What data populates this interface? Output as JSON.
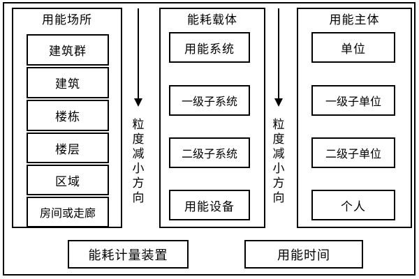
{
  "diagram": {
    "columns": [
      {
        "id": "energy-use-place",
        "title": "用能场所",
        "items": [
          {
            "label": "建筑群"
          },
          {
            "label": "建筑"
          },
          {
            "label": "楼栋"
          },
          {
            "label": "楼层"
          },
          {
            "label": "区域"
          },
          {
            "label": "房间或走廊"
          }
        ]
      },
      {
        "id": "energy-consumption-carrier",
        "title": "能耗载体",
        "items": [
          {
            "label": "用能系统"
          },
          {
            "label": "一级子系统"
          },
          {
            "label": "二级子系统"
          },
          {
            "label": "用能设备"
          }
        ]
      },
      {
        "id": "energy-use-subject",
        "title": "用能主体",
        "items": [
          {
            "label": "单位"
          },
          {
            "label": "一级子单位"
          },
          {
            "label": "二级子单位"
          },
          {
            "label": "个人"
          }
        ]
      }
    ],
    "flows": [
      {
        "id": "granularity-flow-left",
        "caption": "粒度减小方向",
        "caption_chars": [
          "粒",
          "度",
          "减",
          "小",
          "方",
          "向"
        ],
        "direction": "down"
      },
      {
        "id": "granularity-flow-right",
        "caption": "粒度减小方向",
        "caption_chars": [
          "粒",
          "度",
          "减",
          "小",
          "方",
          "向"
        ],
        "direction": "down"
      }
    ],
    "bottom_boxes": [
      {
        "id": "energy-metering-device",
        "label": "能耗计量装置"
      },
      {
        "id": "energy-use-time",
        "label": "用能时间"
      }
    ],
    "colors": {
      "line": "#000000",
      "background": "#ffffff",
      "text": "#000000"
    }
  }
}
